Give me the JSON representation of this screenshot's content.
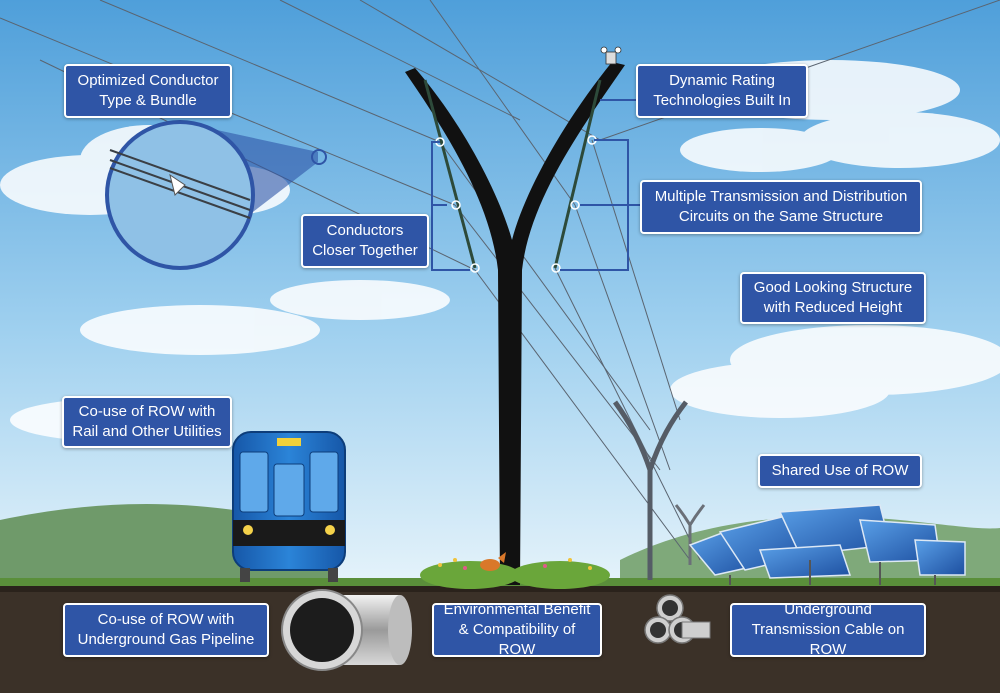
{
  "colors": {
    "label_bg": "#2f55a6",
    "label_border": "#ffffff",
    "sky_top": "#5aa9e0",
    "sky_bottom": "#e6f3fa",
    "ground": "#3a2f24",
    "grass": "#5a8f3a",
    "train": "#1f6fc0",
    "tower": "#111111",
    "solar_panel": "#2b6fc7"
  },
  "labels": {
    "optimized_conductor": "Optimized Conductor Type & Bundle",
    "dynamic_rating": "Dynamic Rating Technologies Built In",
    "conductors_closer": "Conductors Closer Together",
    "multiple_circuits": "Multiple Transmission and Distribution Circuits on the Same Structure",
    "good_looking_structure": "Good Looking Structure with Reduced Height",
    "co_use_rail": "Co-use of ROW with Rail and Other Utilities",
    "shared_use": "Shared Use of ROW",
    "co_use_gas": "Co-use of ROW with Underground Gas Pipeline",
    "environmental_benefit": "Environmental Benefit & Compatibility of ROW",
    "underground_cable": "Underground Transmission Cable on ROW"
  },
  "icons": {
    "tower": "transmission-tower-icon",
    "small_tower": "small-tower-icon",
    "train": "train-icon",
    "solar": "solar-panel-icon",
    "pipe": "gas-pipe-icon",
    "cable": "underground-cable-icon",
    "sensor": "weather-sensor-icon",
    "magnifier": "conductor-zoom-icon",
    "fox": "fox-icon"
  }
}
